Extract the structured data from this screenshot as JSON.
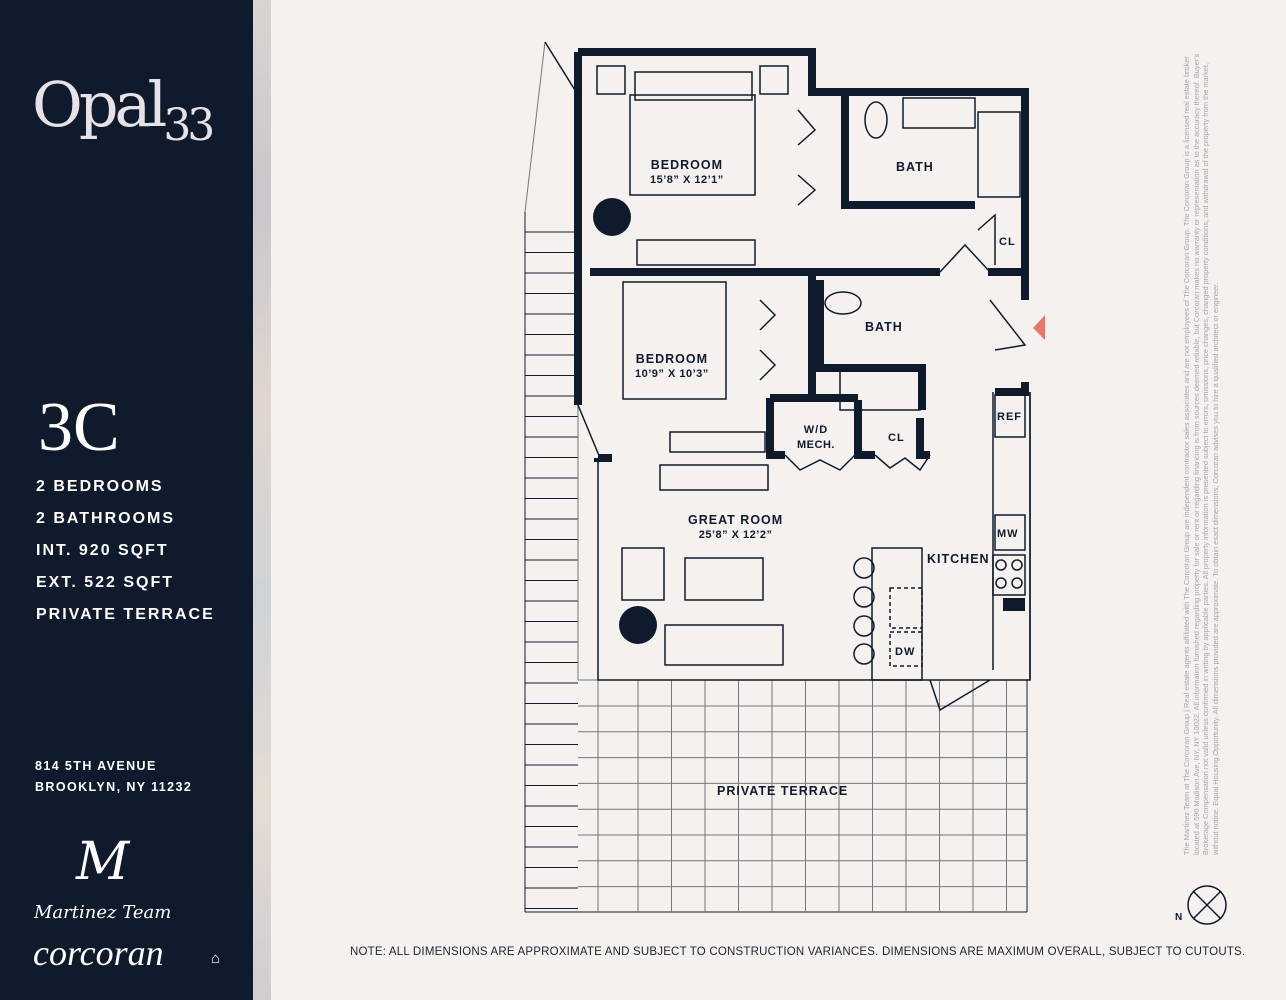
{
  "sidebar": {
    "building_logo": "Opal33",
    "building_name": "Opal",
    "building_number": "33",
    "unit": "3C",
    "specs": [
      "2 BEDROOMS",
      "2 BATHROOMS",
      "INT. 920 SQFT",
      "EXT. 522 SQFT",
      "PRIVATE TERRACE"
    ],
    "address_line1": "814 5TH AVENUE",
    "address_line2": "BROOKLYN, NY 11232",
    "team_monogram": "M",
    "team_name": "Martinez Team",
    "brokerage": "corcoran",
    "equal_housing_icon": "house-icon"
  },
  "plan": {
    "rooms": {
      "bedroom1": {
        "name": "BEDROOM",
        "dims": "15’8” X 12’1”"
      },
      "bath1": {
        "name": "BATH"
      },
      "cl1": {
        "name": "CL"
      },
      "bath2": {
        "name": "BATH"
      },
      "bedroom2": {
        "name": "BEDROOM",
        "dims": "10’9” X 10’3”"
      },
      "wd": {
        "name": "W/D",
        "name2": "MECH."
      },
      "cl2": {
        "name": "CL"
      },
      "ref": {
        "name": "REF"
      },
      "great": {
        "name": "GREAT ROOM",
        "dims": "25’8” X 12’2”"
      },
      "kitchen": {
        "name": "KITCHEN"
      },
      "mw": {
        "name": "MW"
      },
      "dw": {
        "name": "DW"
      },
      "terrace": {
        "name": "PRIVATE TERRACE"
      }
    },
    "compass_label": "N",
    "entry_marker_color": "#e8776d",
    "wall_color": "#0f1b2d"
  },
  "note": "NOTE: ALL DIMENSIONS ARE APPROXIMATE AND SUBJECT TO CONSTRUCTION VARIANCES. DIMENSIONS ARE MAXIMUM OVERALL, SUBJECT TO CUTOUTS.",
  "disclaimer": "The Martinez Team at The Corcoran Group | Real estate agents affiliated with The Corcoran Group are independent contractor sales associates and are not employees of The Corcoran Group. The Corcoran Group is a licensed real estate broker located at 590 Madison Ave, NY, NY 10022. All information furnished regarding property for sale or rent or regarding financing is from sources deemed reliable, but Corcoran makes no warranty or representation as to the accuracy thereof. Buyer's Brokerage Compensation not valid unless confirmed in writing by applicable parties. All property information is presented subject to errors, omissions, price changes, changed property conditions, and withdrawal of the property from the market, without notice. Equal Housing Opportunity. All dimensions provided are approximate. To obtain exact dimensions, Corcoran advises you to hire a qualified architect or engineer."
}
